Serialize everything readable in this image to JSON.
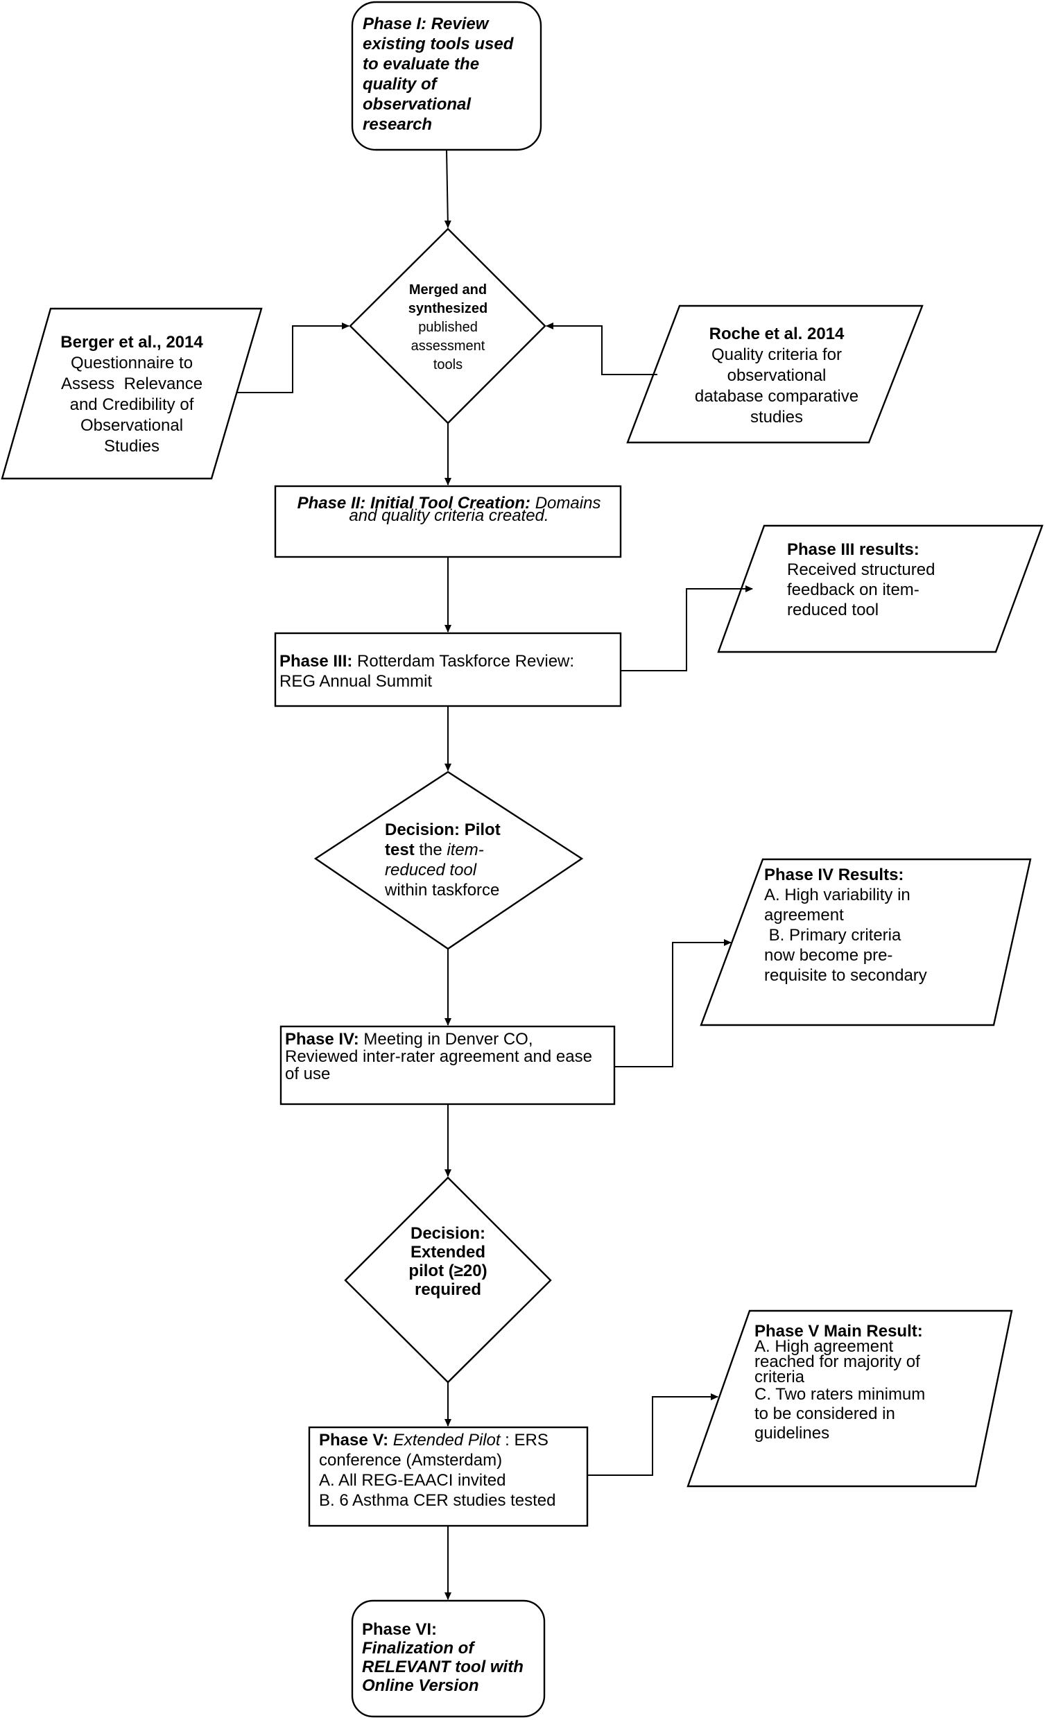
{
  "nodes": {
    "phase1": [
      "Phase I: Review",
      "existing tools used",
      "to evaluate the",
      "quality of",
      "observational",
      "research"
    ],
    "merged": {
      "bold": [
        "Merged and",
        "synthesized"
      ],
      "normal": [
        "published",
        "assessment",
        "tools"
      ]
    },
    "berger": {
      "title": "Berger et al., 2014",
      "lines": [
        "Questionnaire to",
        "Assess  Relevance",
        "and Credibility of",
        "Observational",
        "Studies"
      ]
    },
    "roche": {
      "title": "Roche et al. 2014",
      "lines": [
        "Quality criteria for",
        "observational",
        "database comparative",
        "studies"
      ]
    },
    "phase2": {
      "label": "Phase II: Initial Tool Creation:",
      "rest": " Domains",
      "line2": "and quality criteria created."
    },
    "phase3_results": {
      "title": "Phase III results:",
      "lines": [
        "Received structured",
        "feedback on item-",
        "reduced tool"
      ]
    },
    "phase3": {
      "label": "Phase III:",
      "rest": " Rotterdam Taskforce Review:",
      "line2": "REG Annual Summit"
    },
    "decision1": {
      "bold1": "Decision: Pilot",
      "bold2": "test",
      "rest2": " the ",
      "italic2": "item-",
      "italic3": "reduced tool",
      "line4": "within taskforce"
    },
    "phase4_results": {
      "title": "Phase IV Results:",
      "lines": [
        "A. High variability in",
        "agreement",
        " B. Primary criteria",
        "now become pre-",
        "requisite to secondary"
      ]
    },
    "phase4": {
      "label": "Phase IV:",
      "rest": " Meeting in Denver CO,",
      "line2": "Reviewed inter-rater agreement and ease",
      "line3": "of use"
    },
    "decision2": [
      "Decision:",
      "Extended",
      "pilot (≥20)",
      "required"
    ],
    "phase5_results": {
      "title": "Phase V Main Result:",
      "lines": [
        "A. High agreement",
        "reached for majority of",
        "criteria",
        "C. Two raters minimum",
        "to be considered in",
        "guidelines"
      ]
    },
    "phase5": {
      "label": "Phase V:",
      "italic": " Extended Pilot",
      "rest": " : ERS",
      "line2": "conference (Amsterdam)",
      "line3": "A. All REG-EAACI invited",
      "line4": "B. 6 Asthma CER studies tested"
    },
    "phase6": {
      "title": "Phase VI:",
      "lines": [
        "Finalization of",
        "RELEVANT tool with",
        "Online Version"
      ]
    }
  }
}
